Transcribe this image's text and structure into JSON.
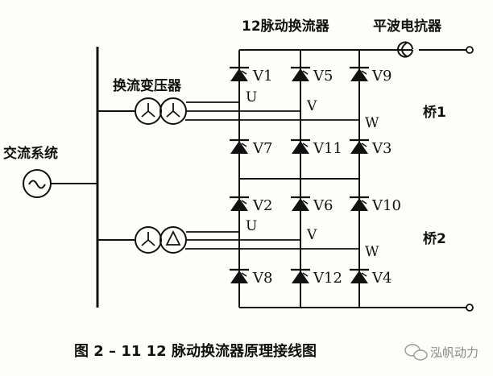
{
  "labels": {
    "converter": "12脉动换流器",
    "reactor": "平波电抗器",
    "transformer": "换流变压器",
    "ac_system": "交流系统",
    "bridge1": "桥1",
    "bridge2": "桥2",
    "phase_u1": "U",
    "phase_v1": "V",
    "phase_w1": "W",
    "phase_u2": "U",
    "phase_v2": "V",
    "phase_w2": "W",
    "caption": "图 2 – 11   12 脉动换流器原理接线图",
    "watermark": "泓帆动力"
  },
  "valves": {
    "v1": "V1",
    "v5": "V5",
    "v9": "V9",
    "v7": "V7",
    "v11": "V11",
    "v3": "V3",
    "v2": "V2",
    "v6": "V6",
    "v10": "V10",
    "v8": "V8",
    "v12": "V12",
    "v4": "V4"
  },
  "icons": {
    "ac_source": "sine-wave-icon",
    "transformer1": "star-star-transformer-icon",
    "transformer2": "star-delta-transformer-icon",
    "valve": "thyristor-icon",
    "reactor": "inductor-icon",
    "watermark": "wechat-icon"
  }
}
